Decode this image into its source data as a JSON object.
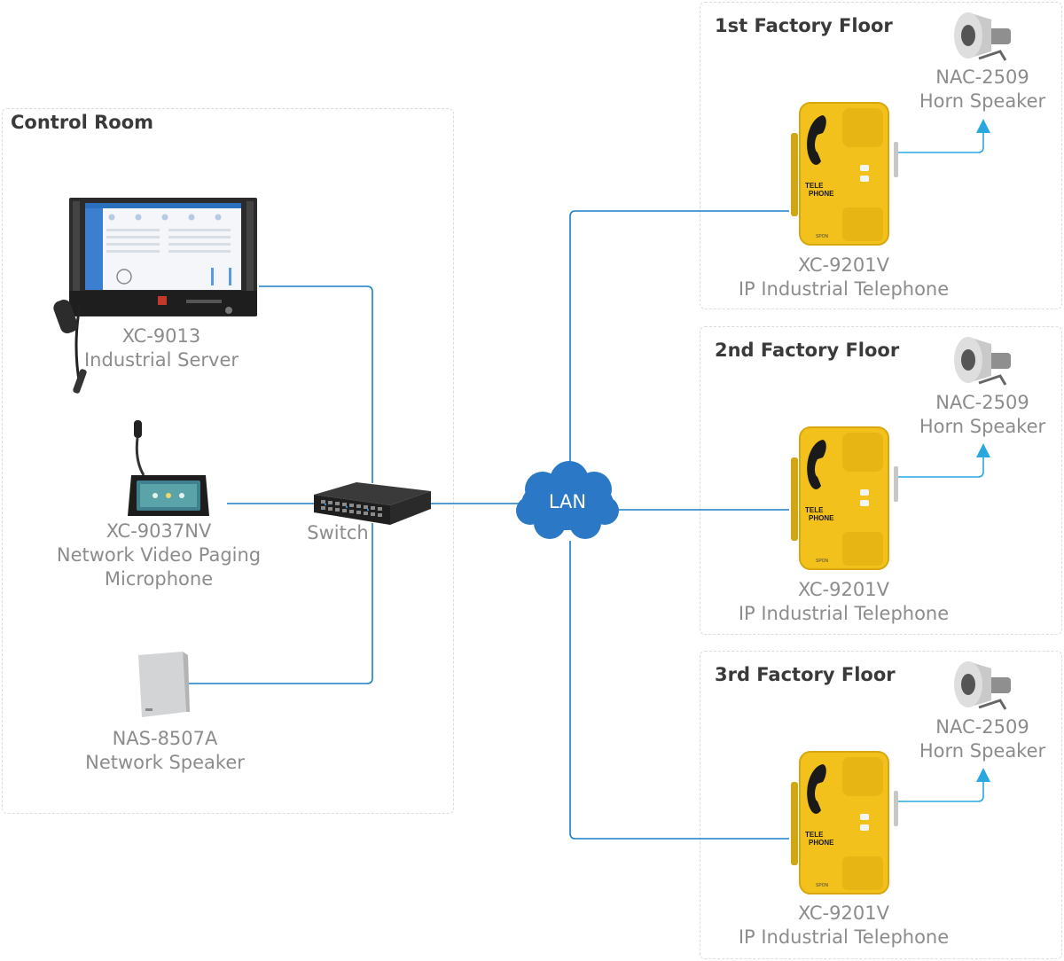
{
  "zones": {
    "control_room": {
      "title": "Control Room",
      "devices": {
        "server": {
          "model": "XC-9013",
          "name": "Industrial Server"
        },
        "paging_mic": {
          "model": "XC-9037NV",
          "name_line1": "Network Video Paging",
          "name_line2": "Microphone"
        },
        "speaker": {
          "model": "NAS-8507A",
          "name": "Network Speaker"
        }
      }
    },
    "floor1": {
      "title": "1st Factory Floor",
      "telephone": {
        "model": "XC-9201V",
        "name": "IP Industrial Telephone",
        "panel_line1": "TELE",
        "panel_line2": "PHONE",
        "brand": "SPON"
      },
      "horn": {
        "model": "NAC-2509",
        "name": "Horn Speaker"
      }
    },
    "floor2": {
      "title": "2nd Factory Floor",
      "telephone": {
        "model": "XC-9201V",
        "name": "IP Industrial Telephone",
        "panel_line1": "TELE",
        "panel_line2": "PHONE",
        "brand": "SPON"
      },
      "horn": {
        "model": "NAC-2509",
        "name": "Horn Speaker"
      }
    },
    "floor3": {
      "title": "3rd Factory Floor",
      "telephone": {
        "model": "XC-9201V",
        "name": "IP Industrial Telephone",
        "panel_line1": "TELE",
        "panel_line2": "PHONE",
        "brand": "SPON"
      },
      "horn": {
        "model": "NAC-2509",
        "name": "Horn Speaker"
      }
    }
  },
  "switch": {
    "label": "Switch"
  },
  "lan": {
    "label": "LAN"
  },
  "colors": {
    "wire": "#1a7fc4",
    "arrow": "#29a8e0",
    "cloud": "#2b78c6",
    "phone_yellow": "#f2c11b",
    "label_gray": "#8c8c8c"
  },
  "icons": [
    "industrial-server-rack",
    "paging-microphone",
    "network-speaker",
    "network-switch",
    "lan-cloud",
    "industrial-telephone",
    "horn-speaker"
  ]
}
